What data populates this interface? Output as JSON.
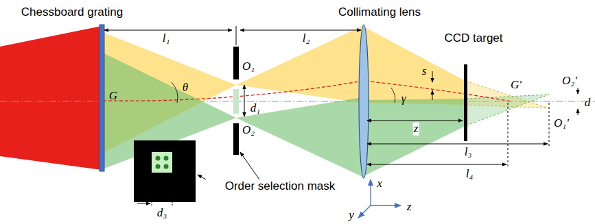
{
  "diagram": {
    "labels": [
      "Chessboard grating",
      "Collimating lens",
      "CCD target",
      "l₁",
      "G",
      "θ",
      "O₁",
      "O₂",
      "d₁",
      "l₂",
      "s",
      "γ",
      "z",
      "l₃",
      "G'",
      "O₂'",
      "O₁'",
      "d",
      "l₄",
      "Order selection mask",
      "d₃",
      "x",
      "y",
      "z"
    ]
  }
}
